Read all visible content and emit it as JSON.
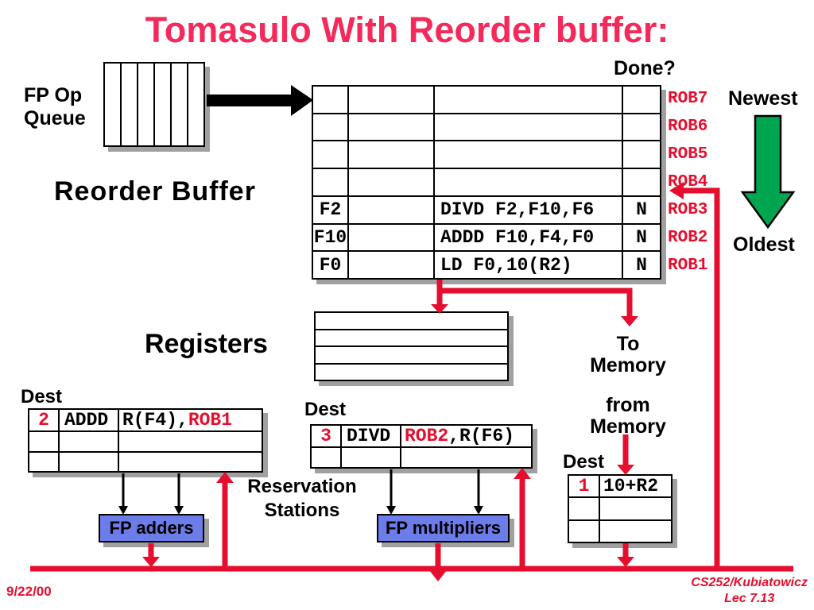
{
  "colors": {
    "title-red": "#f5295a",
    "accent-red": "#e60e2e",
    "blue-box": "#6c7ce8",
    "green-arrow": "#00a550",
    "shadow-gray": "#a0a0a0"
  },
  "title": "Tomasulo With Reorder buffer:",
  "fp_op_queue": {
    "line1": "FP Op",
    "line2": "Queue"
  },
  "done_label": "Done?",
  "newest_label": "Newest",
  "oldest_label": "Oldest",
  "reorder_buffer": {
    "label": "Reorder Buffer",
    "rows": [
      {
        "dest": "",
        "value": "",
        "instr": "",
        "done": "",
        "tag": "ROB7"
      },
      {
        "dest": "",
        "value": "",
        "instr": "",
        "done": "",
        "tag": "ROB6"
      },
      {
        "dest": "",
        "value": "",
        "instr": "",
        "done": "",
        "tag": "ROB5"
      },
      {
        "dest": "",
        "value": "",
        "instr": "",
        "done": "",
        "tag": "ROB4"
      },
      {
        "dest": "F2",
        "value": "",
        "instr": "DIVD F2,F10,F6",
        "done": "N",
        "tag": "ROB3"
      },
      {
        "dest": "F10",
        "value": "",
        "instr": "ADDD F10,F4,F0",
        "done": "N",
        "tag": "ROB2"
      },
      {
        "dest": "F0",
        "value": "",
        "instr": "LD F0,10(R2)",
        "done": "N",
        "tag": "ROB1"
      }
    ]
  },
  "registers_label": "Registers",
  "to_memory": {
    "line1": "To",
    "line2": "Memory"
  },
  "from_memory": {
    "line1": "from",
    "line2": "Memory"
  },
  "reservation_stations": {
    "line1": "Reservation",
    "line2": "Stations"
  },
  "rs_adder": {
    "dest_label": "Dest",
    "row": {
      "id": "2",
      "op": "ADDD",
      "operand_pre": "R(F4),",
      "operand_rob": "ROB1"
    }
  },
  "rs_mult": {
    "dest_label": "Dest",
    "row": {
      "id": "3",
      "op": "DIVD",
      "operand_rob": "ROB2",
      "operand_post": ",R(F6)"
    }
  },
  "load_buffer": {
    "dest_label": "Dest",
    "row": {
      "id": "1",
      "value": "10+R2"
    }
  },
  "fp_adders_label": "FP adders",
  "fp_multipliers_label": "FP multipliers",
  "footer": {
    "date": "9/22/00",
    "course_line1": "CS252/Kubiatowicz",
    "course_line2": "Lec 7.13"
  }
}
